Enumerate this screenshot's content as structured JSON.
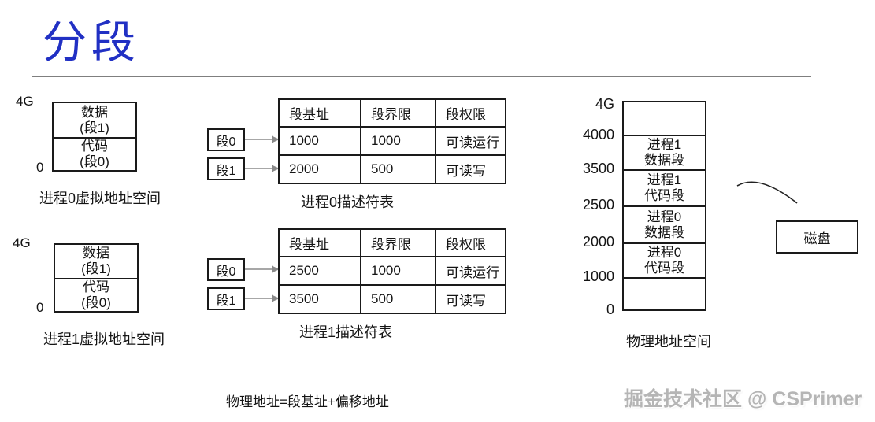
{
  "title": "分段",
  "virtual_spaces": [
    {
      "top_label": "4G",
      "bottom_label": "0",
      "cells": [
        {
          "line1": "数据",
          "line2": "(段1)"
        },
        {
          "line1": "代码",
          "line2": "(段0)"
        }
      ],
      "caption": "进程0虚拟地址空间"
    },
    {
      "top_label": "4G",
      "bottom_label": "0",
      "cells": [
        {
          "line1": "数据",
          "line2": "(段1)"
        },
        {
          "line1": "代码",
          "line2": "(段0)"
        }
      ],
      "caption": "进程1虚拟地址空间"
    }
  ],
  "descriptor_tables": [
    {
      "pointers": [
        "段0",
        "段1"
      ],
      "headers": [
        "段基址",
        "段界限",
        "段权限"
      ],
      "rows": [
        [
          "1000",
          "1000",
          "可读运行"
        ],
        [
          "2000",
          "500",
          "可读写"
        ]
      ],
      "caption": "进程0描述符表"
    },
    {
      "pointers": [
        "段0",
        "段1"
      ],
      "headers": [
        "段基址",
        "段界限",
        "段权限"
      ],
      "rows": [
        [
          "2500",
          "1000",
          "可读运行"
        ],
        [
          "3500",
          "500",
          "可读写"
        ]
      ],
      "caption": "进程1描述符表"
    }
  ],
  "physical_space": {
    "axis_labels": [
      "4G",
      "4000",
      "3500",
      "2500",
      "2000",
      "1000",
      "0"
    ],
    "segments": [
      {
        "line1": "",
        "line2": ""
      },
      {
        "line1": "进程1",
        "line2": "数据段"
      },
      {
        "line1": "进程1",
        "line2": "代码段"
      },
      {
        "line1": "进程0",
        "line2": "数据段"
      },
      {
        "line1": "进程0",
        "line2": "代码段"
      },
      {
        "line1": "",
        "line2": ""
      }
    ],
    "caption": "物理地址空间"
  },
  "disk_label": "磁盘",
  "formula": "物理地址=段基址+偏移地址",
  "watermark": "掘金技术社区 @ CSPrimer",
  "colors": {
    "title": "#2130c4",
    "table_border": "#1a1a1a",
    "arrow": "#8a8a8a",
    "watermark": "#b5b5b5",
    "rule": "#7f7f7f"
  }
}
